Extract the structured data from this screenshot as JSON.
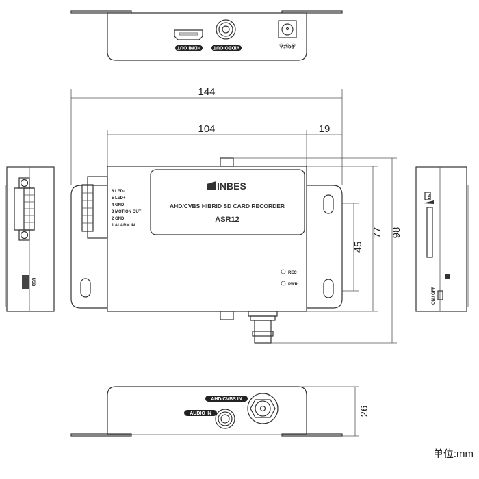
{
  "top_view": {
    "hdmi_label": "HDMI OUT",
    "video_label": "VIDEO OUT",
    "dc_label": "DC12V"
  },
  "dimensions": {
    "overall_width": "144",
    "body_width": "104",
    "flange_width": "19",
    "slot_spacing": "45",
    "body_depth": "77",
    "overall_depth": "98",
    "height": "26"
  },
  "front_panel": {
    "brand": "INBES",
    "product_line": "AHD/CVBS HIBRID SD CARD RECORDER",
    "model": "ASR12",
    "terminals": [
      "6 LED-",
      "5 LED+",
      "4 GND",
      "3 MOTION OUT",
      "2 GND",
      "1 ALARM IN"
    ],
    "leds": [
      "REC",
      "PWR"
    ]
  },
  "left_side": {
    "usb_label": "USB"
  },
  "right_side": {
    "sd_label": "SD",
    "switch_label": "ON / OFF"
  },
  "bottom_view": {
    "video_in_label": "AHD/CVBS IN",
    "audio_in_label": "AUDIO IN"
  },
  "unit": "单位:mm"
}
